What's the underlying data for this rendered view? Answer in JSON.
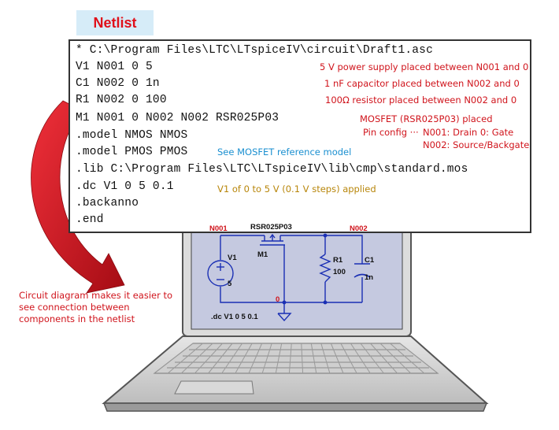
{
  "title": "Netlist",
  "netlist_lines": [
    "* C:\\Program Files\\LTC\\LTspiceIV\\circuit\\Draft1.asc",
    "V1 N001 0 5",
    "C1 N002 0 1n",
    "R1 N002 0 100",
    "M1 N001 0 N002 N002 RSR025P03",
    ".model NMOS NMOS",
    ".model PMOS PMOS",
    ".lib C:\\Program Files\\LTC\\LTspiceIV\\lib\\cmp\\standard.mos",
    ".dc V1 0 5 0.1",
    ".backanno",
    ".end"
  ],
  "annotations": {
    "v1": "5 V power supply placed between N001 and 0",
    "c1": "1 nF capacitor placed between N002 and 0",
    "r1": "100Ω resistor placed between N002 and 0",
    "m1": "MOSFET (RSR025P03) placed",
    "pin_prefix": "Pin config ···",
    "pin1": "N001: Drain 0: Gate",
    "pin2": "N002: Source/Backgate",
    "model": "See MOSFET reference model",
    "dc": "V1 of 0 to 5 V (0.1 V steps) applied"
  },
  "note": "Circuit diagram makes it easier to see connection between components in the netlist",
  "schematic": {
    "n001": "N001",
    "n002": "N002",
    "part": "RSR025P03",
    "m1": "M1",
    "v1": "V1",
    "v1_value": "5",
    "r1": "R1",
    "r1_value": "100",
    "c1": "C1",
    "c1_value": "1n",
    "ground": "0",
    "directive": ".dc V1 0 5 0.1"
  },
  "colors": {
    "accent_red": "#d0141c",
    "accent_blue": "#1a8fd0",
    "accent_gold": "#b8860b",
    "title_bg": "#d6ecf8",
    "schematic_bg": "#c5c9e0"
  }
}
